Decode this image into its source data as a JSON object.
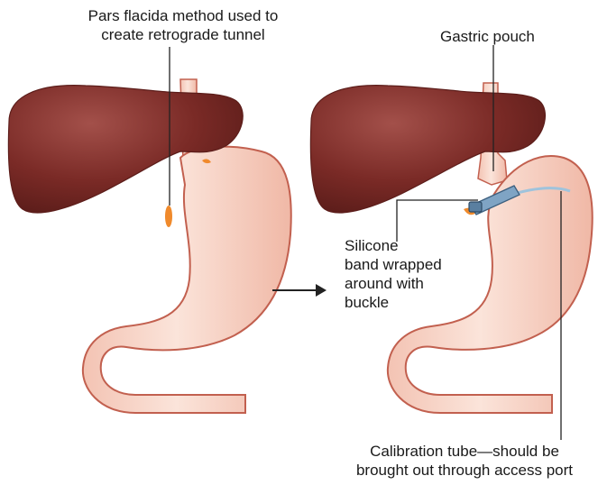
{
  "labels": {
    "pars_flacida": {
      "line1": "Pars flacida method used to",
      "line2": "create retrograde tunnel"
    },
    "gastric_pouch": "Gastric pouch",
    "silicone_band": {
      "line1": "Silicone",
      "line2": "band wrapped",
      "line3": "around with",
      "line4": "buckle"
    },
    "calibration_tube": {
      "line1": "Calibration tube—should be",
      "line2": "brought out through access port"
    }
  },
  "colors": {
    "liver": "#7a2a26",
    "liver_highlight": "#a3504a",
    "stomach_fill": "#f6cfc1",
    "stomach_outline": "#c2604f",
    "band": "#5a7fa0",
    "fat_tissue": "#f08a2c",
    "label_text": "#1a1a1a"
  },
  "icons": {
    "arrow": "right-arrow-icon"
  }
}
